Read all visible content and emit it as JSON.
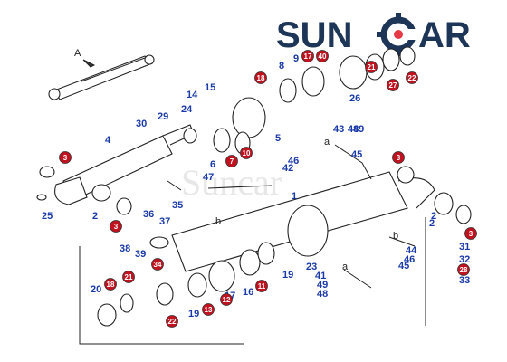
{
  "brand": {
    "logo_text_left": "SUN",
    "logo_text_right": "AR",
    "watermark": "Suncar",
    "color_dark": "#1d3557",
    "color_accent": "#e63946"
  },
  "view_label": "A",
  "blue_labels": [
    "1",
    "2",
    "2",
    "2",
    "4",
    "5",
    "6",
    "8",
    "9",
    "14",
    "15",
    "16",
    "17",
    "19",
    "19",
    "20",
    "23",
    "24",
    "25",
    "26",
    "29",
    "30",
    "31",
    "32",
    "33",
    "35",
    "36",
    "37",
    "38",
    "39",
    "41",
    "42",
    "43",
    "44",
    "45",
    "45",
    "46",
    "46",
    "47",
    "48",
    "48",
    "49",
    "49"
  ],
  "red_labels": [
    "3",
    "3",
    "3",
    "3",
    "7",
    "10",
    "11",
    "12",
    "13",
    "17",
    "18",
    "18",
    "21",
    "21",
    "22",
    "22",
    "27",
    "28",
    "34",
    "40"
  ],
  "letter_labels": [
    "a",
    "b",
    "a",
    "b"
  ]
}
